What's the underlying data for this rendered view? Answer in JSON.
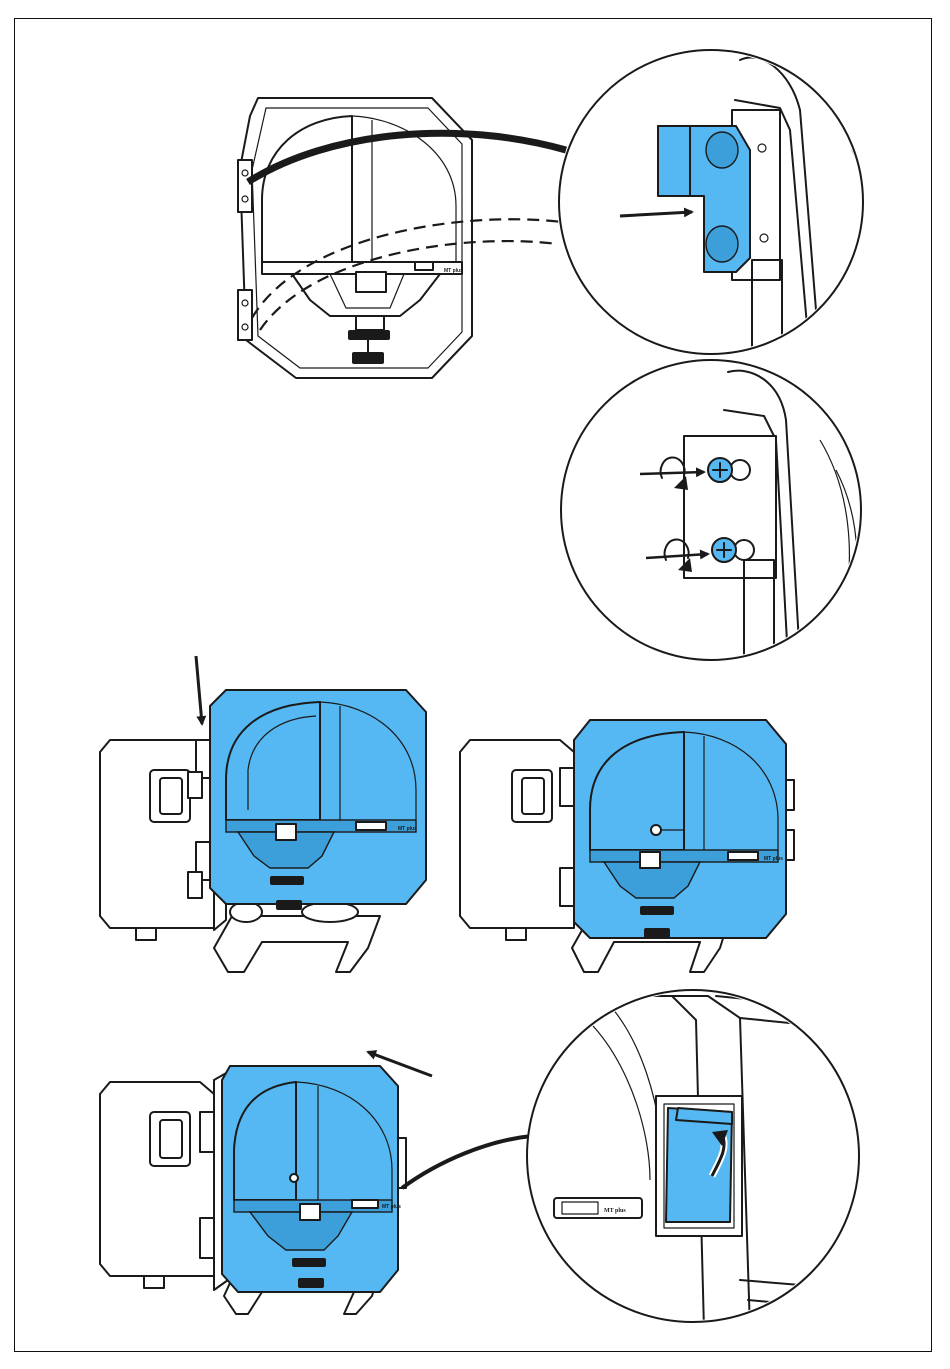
{
  "colors": {
    "accent": "#55b8f2",
    "accent_dark": "#3d9fd9",
    "line": "#1a1a1a",
    "background": "#ffffff"
  },
  "figure": {
    "steps": [
      {
        "id": "step-1",
        "panel": "cover-with-hinge-detail",
        "zoom_detail": "hinge-clip-insert"
      },
      {
        "id": "step-2",
        "panel": "screw-detail",
        "zoom_detail": "tighten-screws"
      },
      {
        "id": "step-3",
        "panel": "cover-onto-unit"
      },
      {
        "id": "step-4",
        "panel": "cover-closed-on-unit"
      },
      {
        "id": "step-5",
        "panel": "cover-open-with-latch-detail",
        "zoom_detail": "latch-rotate"
      }
    ],
    "icons": [
      "arrow-icon",
      "rotate-arrow-icon",
      "screw-icon",
      "latch-icon",
      "knob-icon"
    ]
  }
}
